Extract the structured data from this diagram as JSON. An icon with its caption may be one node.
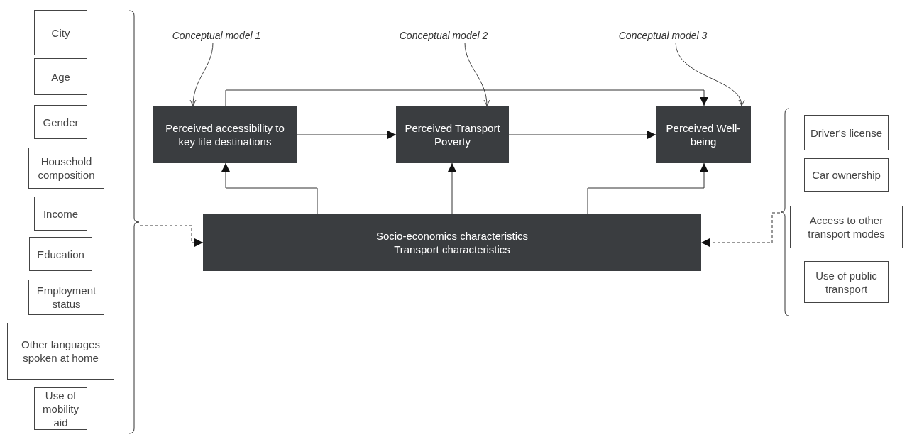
{
  "diagram": {
    "nodes": [
      {
        "text": [
          "City"
        ]
      },
      {
        "text": [
          "Age"
        ]
      },
      {
        "text": [
          "Gender"
        ]
      },
      {
        "text": [
          "Household composition"
        ]
      },
      {
        "text": [
          "Income"
        ]
      },
      {
        "text": [
          "Education"
        ]
      },
      {
        "text": [
          "Employment status"
        ]
      },
      {
        "text": [
          "Other languages spoken at home"
        ]
      },
      {
        "text": [
          "Use of mobility aid"
        ]
      },
      {
        "text": [
          "Driver's license"
        ]
      },
      {
        "text": [
          "Car ownership"
        ]
      },
      {
        "text": [
          "Access to other transport modes"
        ]
      },
      {
        "text": [
          "Use of public transport"
        ]
      },
      {
        "text": [
          "Conceptual model 1"
        ]
      },
      {
        "text": [
          "Conceptual model 2"
        ]
      },
      {
        "text": [
          "Conceptual model 3"
        ]
      },
      {
        "text": [
          "Perceived accessibility to key life destinations"
        ]
      },
      {
        "text": [
          "Perceived Transport Poverty"
        ]
      },
      {
        "text": [
          "Perceived Well-being"
        ]
      },
      {
        "text": [
          "Socio-economics characteristics",
          "Transport characteristics"
        ]
      },
      {
        "text": [],
        "shape": "brace"
      },
      {
        "text": [],
        "shape": "brace"
      }
    ],
    "edges": [
      {
        "from": 13,
        "to": 16,
        "arrow": "to"
      },
      {
        "from": 14,
        "to": 17,
        "arrow": "to"
      },
      {
        "from": 15,
        "to": 18,
        "arrow": "to"
      },
      {
        "from": 16,
        "to": 18,
        "arrow": "to"
      },
      {
        "from": 16,
        "to": 17,
        "arrow": "to"
      },
      {
        "from": 17,
        "to": 18,
        "arrow": "to"
      },
      {
        "from": 19,
        "to": 16,
        "arrow": "to"
      },
      {
        "from": 19,
        "to": 17,
        "arrow": "to"
      },
      {
        "from": 19,
        "to": 18,
        "arrow": "to"
      },
      {
        "from": 20,
        "to": 19,
        "arrow": "to",
        "style": "dashed"
      },
      {
        "from": 21,
        "to": 19,
        "arrow": "to",
        "style": "dashed"
      }
    ]
  }
}
